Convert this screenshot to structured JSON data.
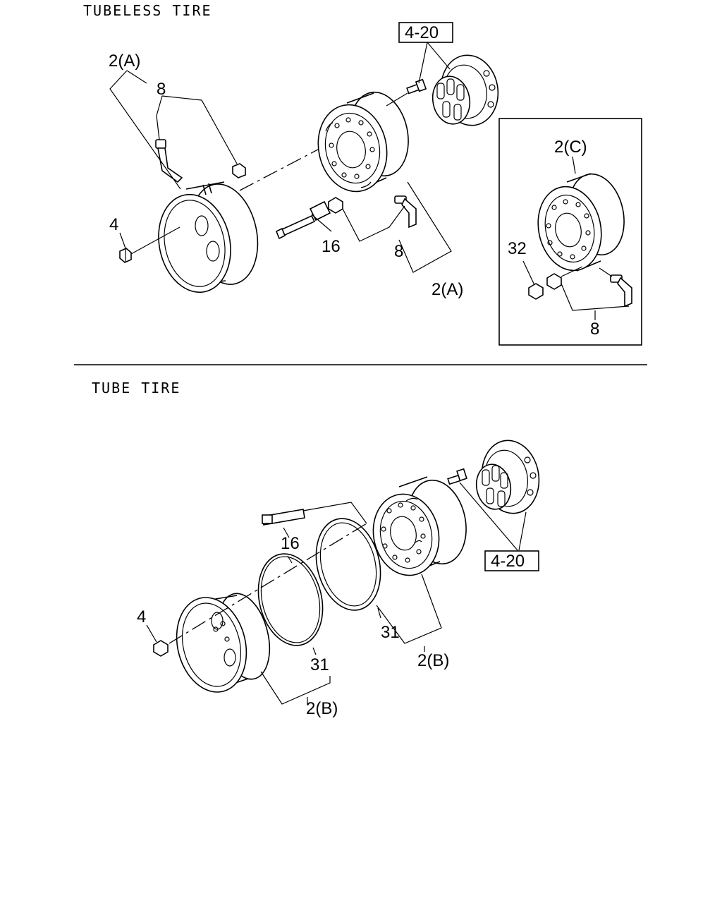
{
  "sections": {
    "tubeless_title": "TUBELESS TIRE",
    "tube_title": "TUBE TIRE"
  },
  "tubeless": {
    "label_2a_top": "2(A)",
    "label_8_top": "8",
    "label_4": "4",
    "label_16": "16",
    "label_8_mid": "8",
    "label_2a_bottom": "2(A)",
    "ref_box": "4-20"
  },
  "inset": {
    "label_2c": "2(C)",
    "label_32": "32",
    "label_8": "8"
  },
  "tube": {
    "label_16": "16",
    "label_4": "4",
    "label_31_left": "31",
    "label_31_right": "31",
    "label_2b_left": "2(B)",
    "label_2b_right": "2(B)",
    "ref_box": "4-20"
  }
}
